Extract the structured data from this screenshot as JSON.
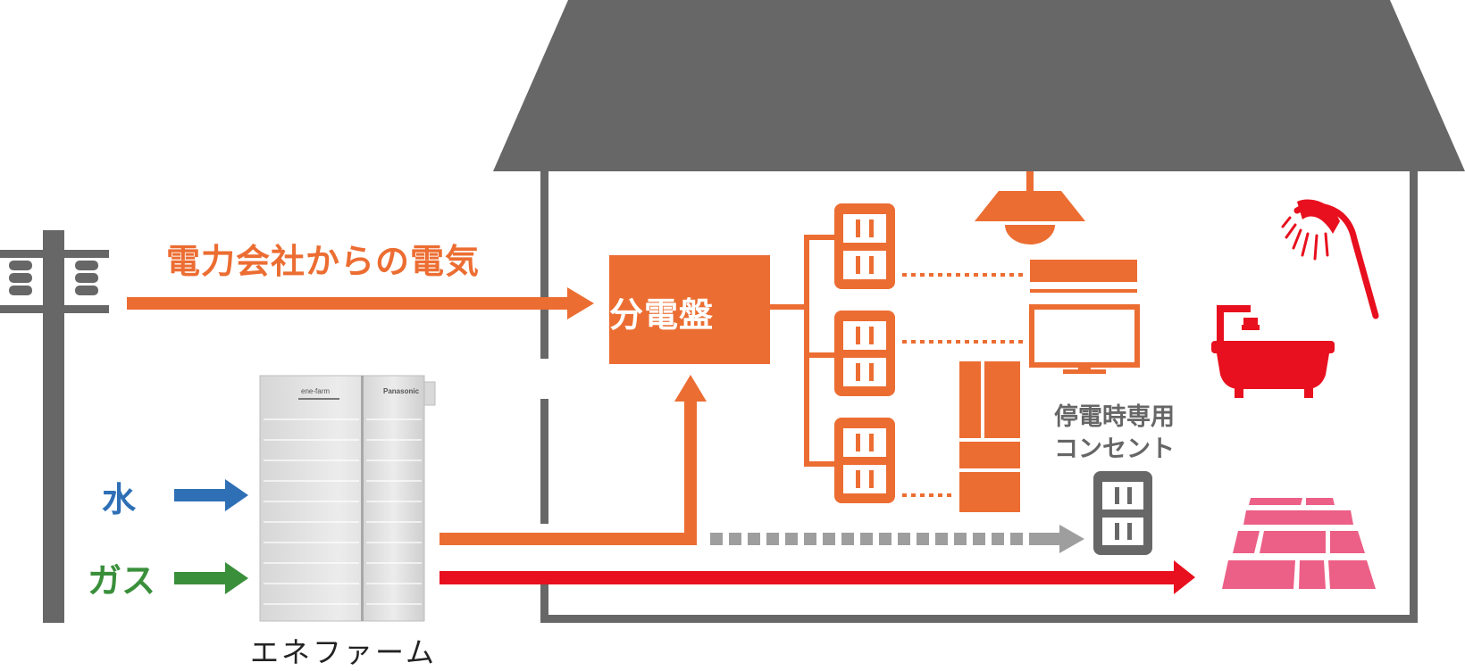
{
  "labels": {
    "grid_electricity": "電力会社からの電気",
    "distribution_panel": "分電盤",
    "water": "水",
    "gas": "ガス",
    "enefarm": "エネファーム",
    "outage_outlet_line1": "停電時専用",
    "outage_outlet_line2": "コンセント"
  },
  "unit_branding": {
    "product_name": "ene-farm",
    "maker_logo": "Panasonic"
  },
  "colors": {
    "electricity": "#EC6D32",
    "hot_water": "#E8101E",
    "water": "#2E6FB6",
    "gas": "#3A8F3B",
    "backup_power": "#9E9E9E",
    "house": "#676767",
    "floor_heating": "#EC5F86"
  },
  "icons": [
    "utility-pole-icon",
    "ceiling-lamp-icon",
    "air-conditioner-icon",
    "television-icon",
    "refrigerator-icon",
    "shower-icon",
    "bathtub-icon",
    "floor-heating-icon",
    "power-outlet-icon"
  ]
}
